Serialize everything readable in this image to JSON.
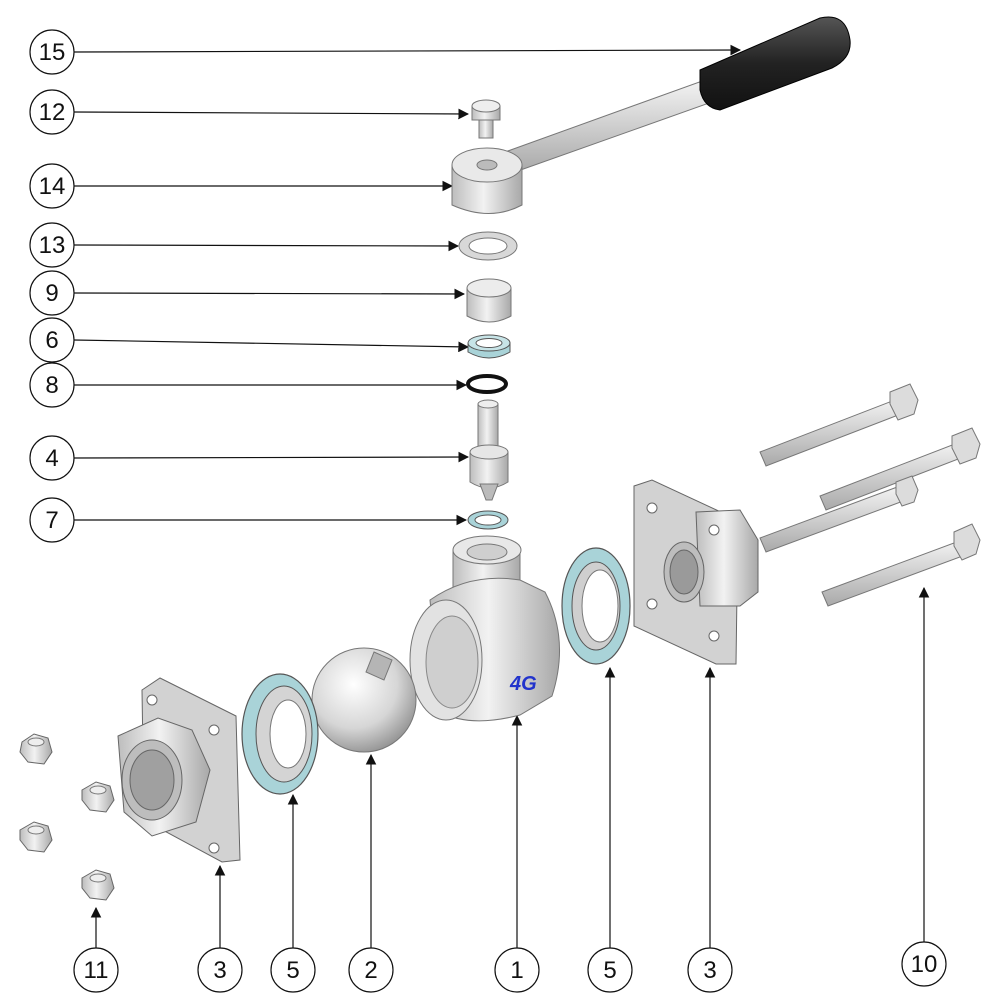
{
  "callouts_left": [
    {
      "label": "15"
    },
    {
      "label": "12"
    },
    {
      "label": "14"
    },
    {
      "label": "13"
    },
    {
      "label": "9"
    },
    {
      "label": "6"
    },
    {
      "label": "8"
    },
    {
      "label": "4"
    },
    {
      "label": "7"
    }
  ],
  "callouts_bottom": [
    {
      "label": "11"
    },
    {
      "label": "3"
    },
    {
      "label": "5"
    },
    {
      "label": "2"
    },
    {
      "label": "1"
    },
    {
      "label": "5"
    },
    {
      "label": "3"
    },
    {
      "label": "10"
    }
  ],
  "body_logo": {
    "text": "4G",
    "color": "#2233cc"
  },
  "colors": {
    "metal_light": "#e6e6e6",
    "metal_mid": "#c9c9c9",
    "metal_dark": "#8f8f8f",
    "seal_blue": "#a9d3d8",
    "grip_black": "#2a2a2a",
    "line": "#111111"
  }
}
